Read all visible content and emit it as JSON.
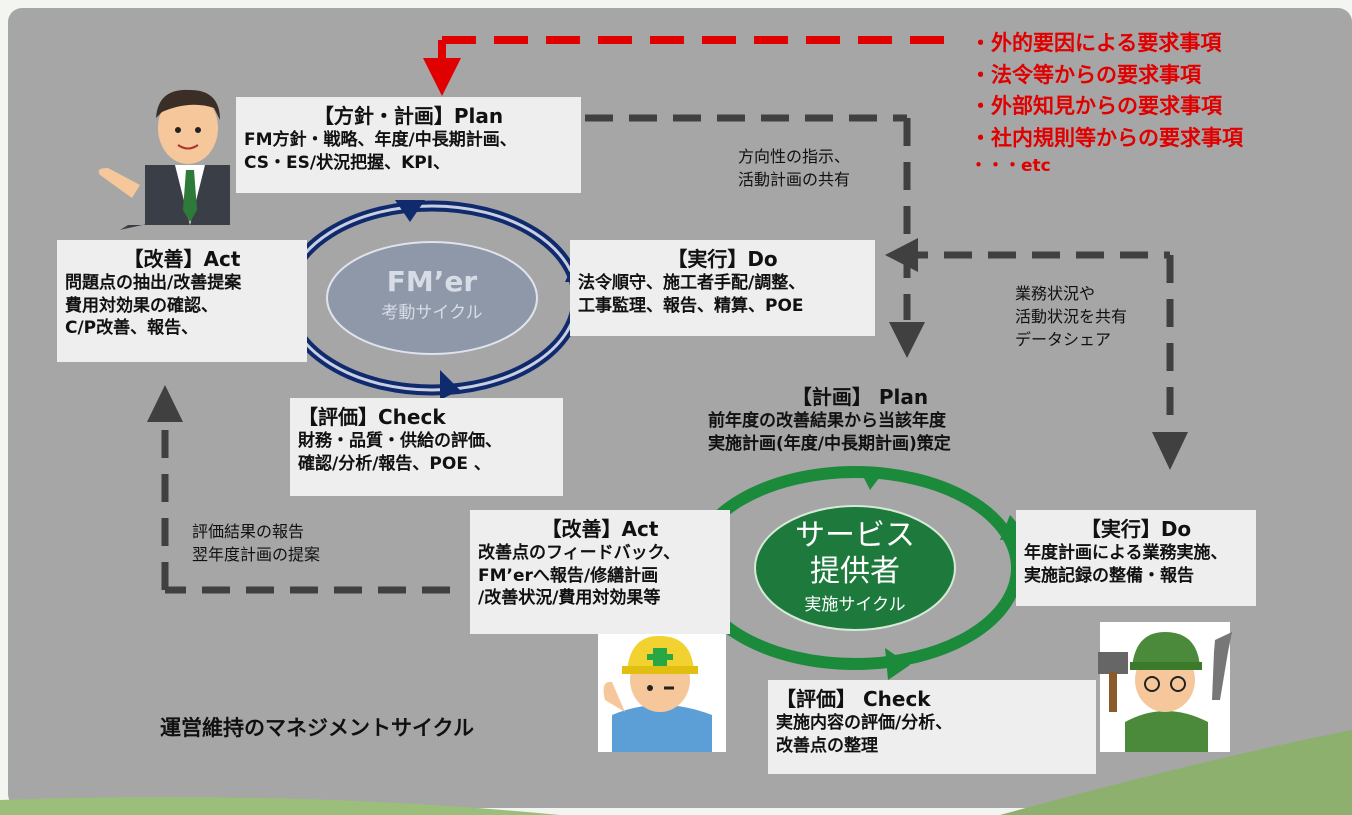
{
  "colors": {
    "background": "#a6a6a6",
    "box": "#eeeeee",
    "fm_cycle": "#102a6e",
    "fm_center_fill": "#8e98a8",
    "service_cycle": "#1b8a3a",
    "service_center_fill": "#1e7a3c",
    "external": "#e00000",
    "dashed": "#404040"
  },
  "external_requirements": [
    "・外的要因による要求事項",
    "・法令等からの要求事項",
    "・外部知見からの要求事項",
    "・社内規則等からの要求事項",
    "・・・etc"
  ],
  "fm_cycle": {
    "center_main": "FM’er",
    "center_sub": "考動サイクル",
    "plan": {
      "title": "【方針・計画】Plan",
      "lines": [
        "FM方針・戦略、年度/中長期計画、",
        "CS・ES/状況把握、KPI、"
      ]
    },
    "do": {
      "title": "【実行】Do",
      "lines": [
        "法令順守、施工者手配/調整、",
        "工事監理、報告、精算、POE"
      ]
    },
    "check": {
      "title": "【評価】Check",
      "lines": [
        "財務・品質・供給の評価、",
        "確認/分析/報告、POE 、"
      ]
    },
    "act": {
      "title": "【改善】Act",
      "lines": [
        "問題点の抽出/改善提案",
        "費用対効果の確認、",
        "C/P改善、報告、"
      ]
    }
  },
  "service_cycle": {
    "center_main_1": "サービス",
    "center_main_2": "提供者",
    "center_sub": "実施サイクル",
    "plan": {
      "title": "【計画】 Plan",
      "lines": [
        "前年度の改善結果から当該年度",
        "実施計画(年度/中長期計画)策定"
      ]
    },
    "do": {
      "title": "【実行】Do",
      "lines": [
        "年度計画による業務実施、",
        "実施記録の整備・報告"
      ]
    },
    "check": {
      "title": "【評価】 Check",
      "lines": [
        "実施内容の評価/分析、",
        "改善点の整理"
      ]
    },
    "act": {
      "title": "【改善】Act",
      "lines": [
        "改善点のフィードバック、",
        "FM’erへ報告/修繕計画",
        "/改善状況/費用対効果等"
      ]
    }
  },
  "flow_notes": {
    "direction": [
      "方向性の指示、",
      "活動計画の共有"
    ],
    "status_share": [
      "業務状況や",
      "活動状況を共有",
      "データシェア"
    ],
    "report": [
      "評価結果の報告",
      "翌年度計画の提案"
    ]
  },
  "footer_title": "運営維持のマネジメントサイクル",
  "icons": {
    "fm_person": "businessman-icon",
    "worker_helmet": "construction-worker-icon",
    "worker_tools": "mechanic-icon"
  }
}
